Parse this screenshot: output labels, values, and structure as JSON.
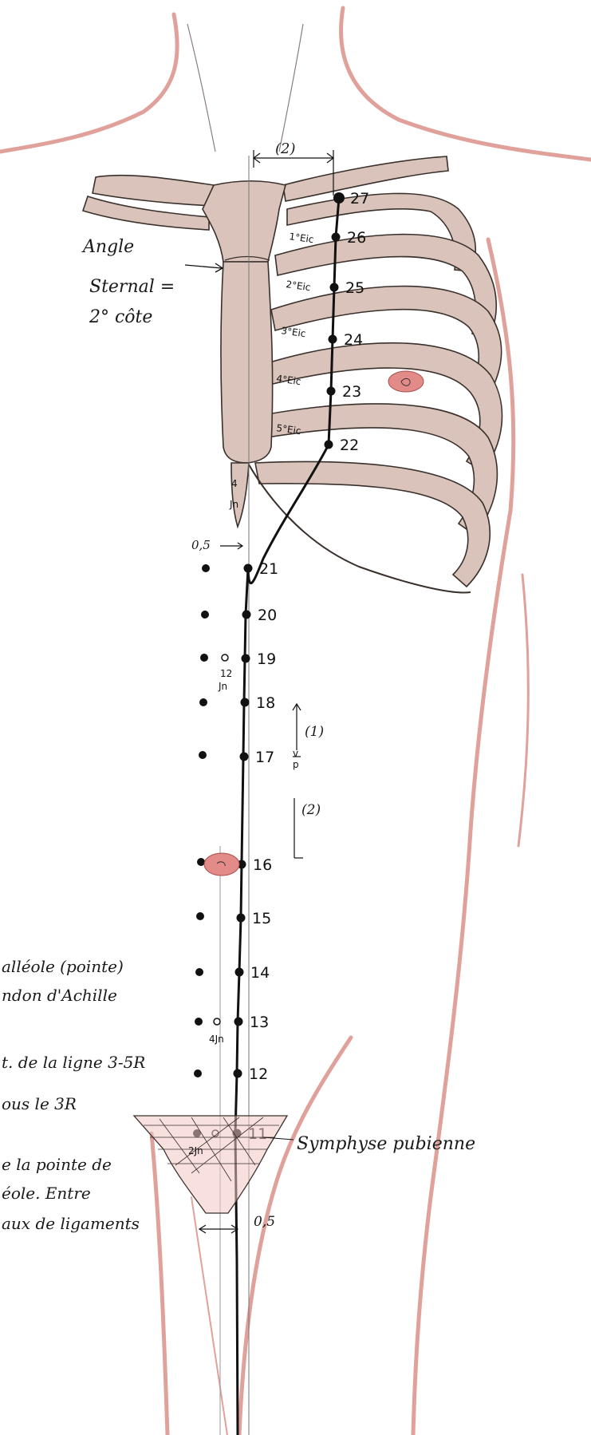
{
  "colors": {
    "skin_outline": "#e0a19b",
    "bone_fill": "#d9c3bb",
    "bone_stroke": "#3a302c",
    "ink": "#111111",
    "highlight": "#e38b88"
  },
  "labels": {
    "angle_line1": "Angle",
    "angle_line2": "Sternal =",
    "angle_line3": "2° côte",
    "symphyse": "Symphyse pubienne",
    "left_text_1": "alléole (pointe)",
    "left_text_2": "ndon d'Achille",
    "left_text_3": "t. de la ligne 3-5R",
    "left_text_4": "ous le 3R",
    "left_text_5": "e la pointe de",
    "left_text_6": "éole. Entre",
    "left_text_7": "aux de ligaments",
    "measure_top": "(2)",
    "measure_05_top": "0,5",
    "measure_05_bottom": "0,5",
    "measure_1": "(1)",
    "measure_2": "(2)",
    "label_4Jn_top": "4",
    "label_4Jn_top_b": "Jn",
    "label_12Jn": "12",
    "label_12Jn_b": "Jn",
    "label_4Jn": "4Jn",
    "label_2Jn": "2Jn",
    "label_v": "v",
    "label_p": "p"
  },
  "intercostal": [
    "1°Eic",
    "2°Eic",
    "3°Eic",
    "4°Eic",
    "5°Eic"
  ],
  "points": [
    "27",
    "26",
    "25",
    "24",
    "23",
    "22",
    "21",
    "20",
    "19",
    "18",
    "17",
    "16",
    "15",
    "14",
    "13",
    "12",
    "11"
  ]
}
